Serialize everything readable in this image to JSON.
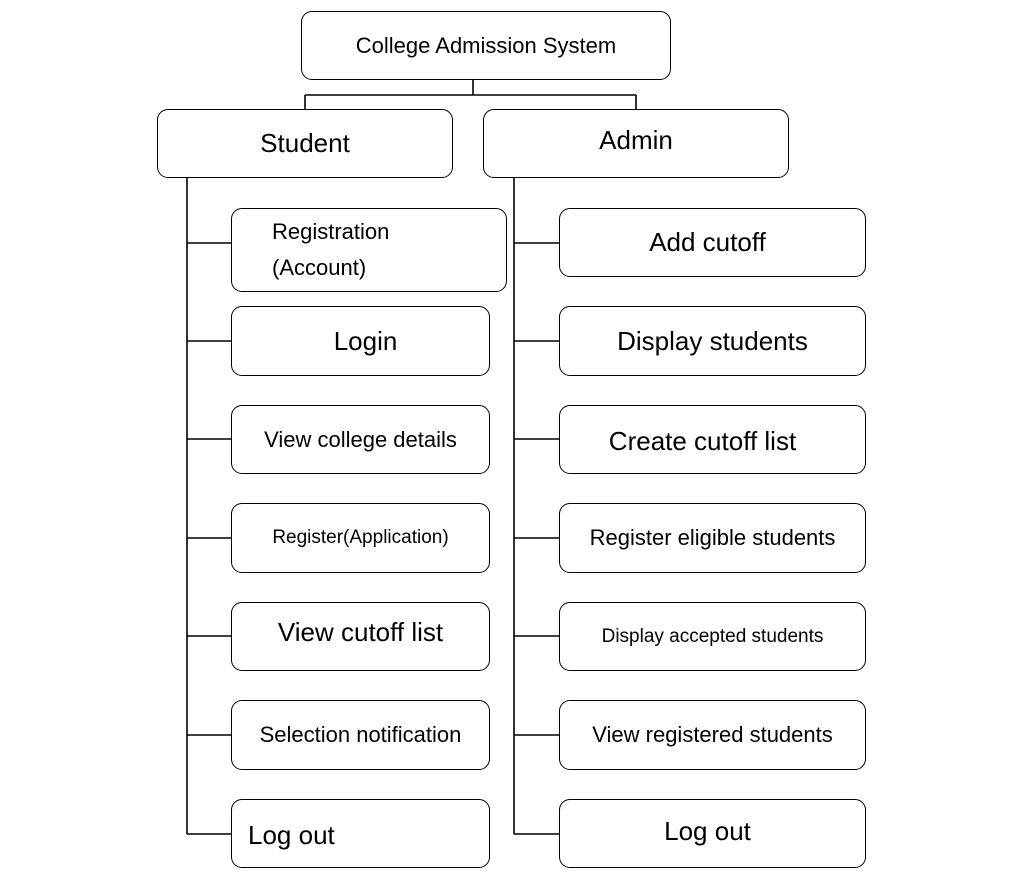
{
  "root": {
    "label": "College Admission System"
  },
  "student": {
    "label": "Student",
    "items": [
      {
        "lines": [
          "Registration",
          "(Account)"
        ]
      },
      {
        "label": "Login"
      },
      {
        "label": "View college details"
      },
      {
        "label": "Register(Application)"
      },
      {
        "label": "View cutoff list"
      },
      {
        "label": "Selection notification"
      },
      {
        "label": "Log out"
      }
    ]
  },
  "admin": {
    "label": "Admin",
    "items": [
      {
        "label": "Add cutoff"
      },
      {
        "label": "Display students"
      },
      {
        "label": "Create cutoff list"
      },
      {
        "label": "Register eligible students"
      },
      {
        "label": "Display accepted students"
      },
      {
        "label": "View registered students"
      },
      {
        "label": "Log out"
      }
    ]
  }
}
